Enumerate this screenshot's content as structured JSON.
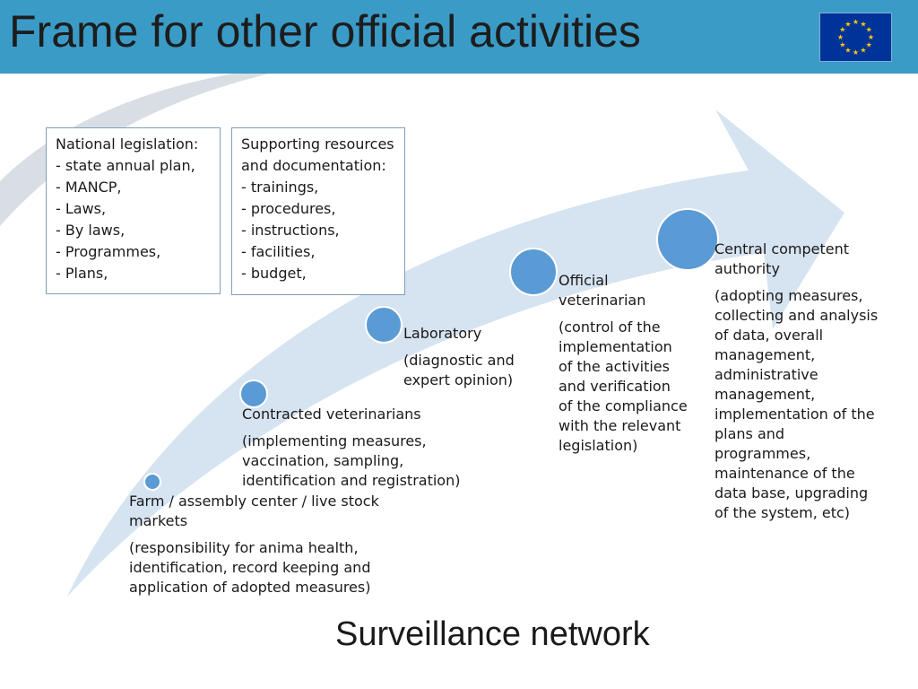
{
  "title": "Frame for other official activities",
  "flag": {
    "icon": "eu-flag-icon",
    "background": "#003399",
    "stars": "#ffcc00"
  },
  "colors": {
    "header": "#3a9bc7",
    "arrow": "#d6e3f1",
    "node": "#5b9bd5"
  },
  "boxes": {
    "legislation": [
      "National legislation:",
      "- state annual plan,",
      "- MANCP,",
      "- Laws,",
      "- By laws,",
      "- Programmes,",
      "- Plans,"
    ],
    "resources": [
      "Supporting resources",
      "and documentation:",
      "- trainings,",
      "- procedures,",
      "- instructions,",
      "- facilities,",
      "- budget,"
    ]
  },
  "stages": [
    {
      "title": "Farm / assembly center / live stock markets",
      "desc": "(responsibility for anima health, identification, record keeping  and application of adopted measures)"
    },
    {
      "title": "Contracted veterinarians",
      "desc": "(implementing measures, vaccination, sampling, identification and registration)"
    },
    {
      "title": "Laboratory",
      "desc": "(diagnostic and expert opinion)"
    },
    {
      "title": "Official veterinarian",
      "desc": " (control of the implementation of the activities and verification of the compliance with the relevant legislation)"
    },
    {
      "title": "Central competent authority",
      "desc": "(adopting measures, collecting and analysis of data, overall management, administrative management, implementation of the plans and programmes, maintenance of the data base, upgrading of the system, etc)"
    }
  ],
  "footer": "Surveillance network"
}
